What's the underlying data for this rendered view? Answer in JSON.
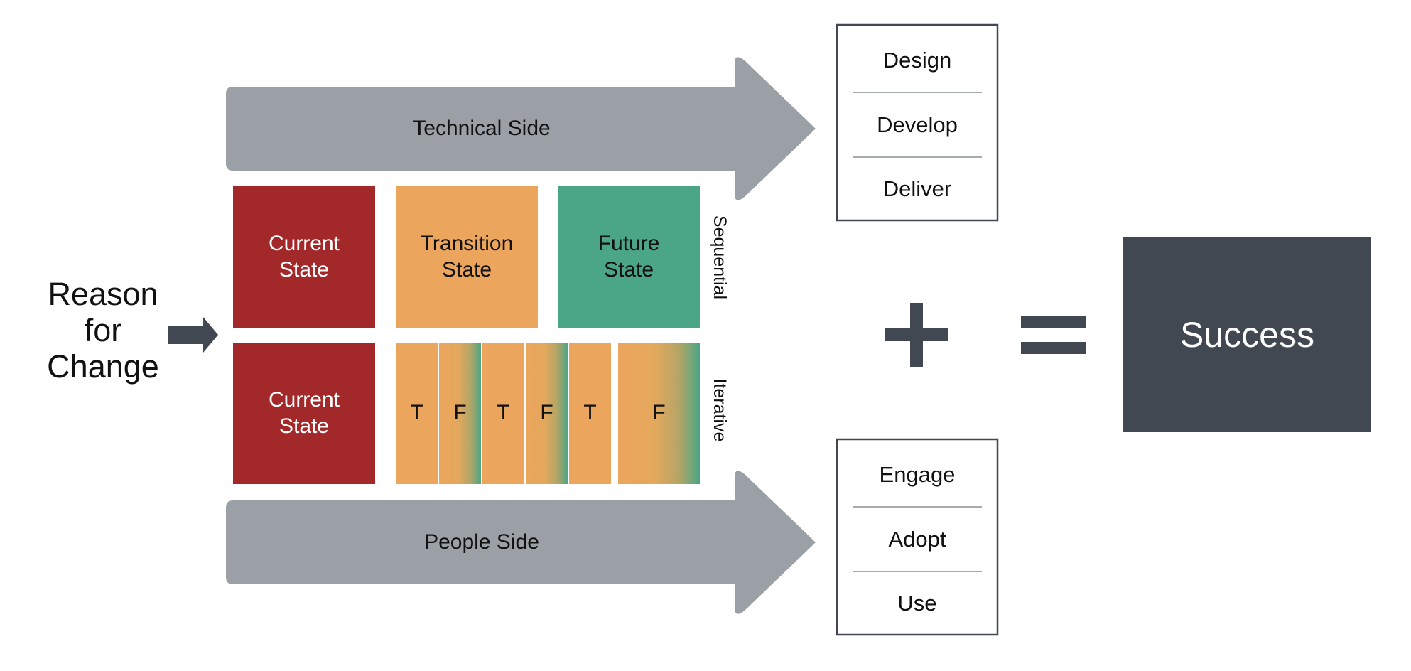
{
  "reason": {
    "line1": "Reason",
    "line2": "for",
    "line3": "Change"
  },
  "technical_side": {
    "label": "Technical Side",
    "steps": [
      "Design",
      "Develop",
      "Deliver"
    ]
  },
  "people_side": {
    "label": "People Side",
    "steps": [
      "Engage",
      "Adopt",
      "Use"
    ]
  },
  "sequential": {
    "side_label": "Sequential",
    "current": {
      "line1": "Current",
      "line2": "State"
    },
    "transition": {
      "line1": "Transition",
      "line2": "State"
    },
    "future": {
      "line1": "Future",
      "line2": "State"
    }
  },
  "iterative": {
    "side_label": "Iterative",
    "current": {
      "line1": "Current",
      "line2": "State"
    },
    "strips": [
      "T",
      "F",
      "T",
      "F",
      "T",
      "F"
    ]
  },
  "operators": {
    "plus": "+",
    "equals": "="
  },
  "result": {
    "label": "Success"
  },
  "colors": {
    "arrow_gray": "#9aa0a6",
    "dark": "#414851",
    "current_red": "#a3282a",
    "transition_orange": "#eba55c",
    "future_green": "#4aa686",
    "white": "#ffffff",
    "text_dark": "#111111"
  }
}
